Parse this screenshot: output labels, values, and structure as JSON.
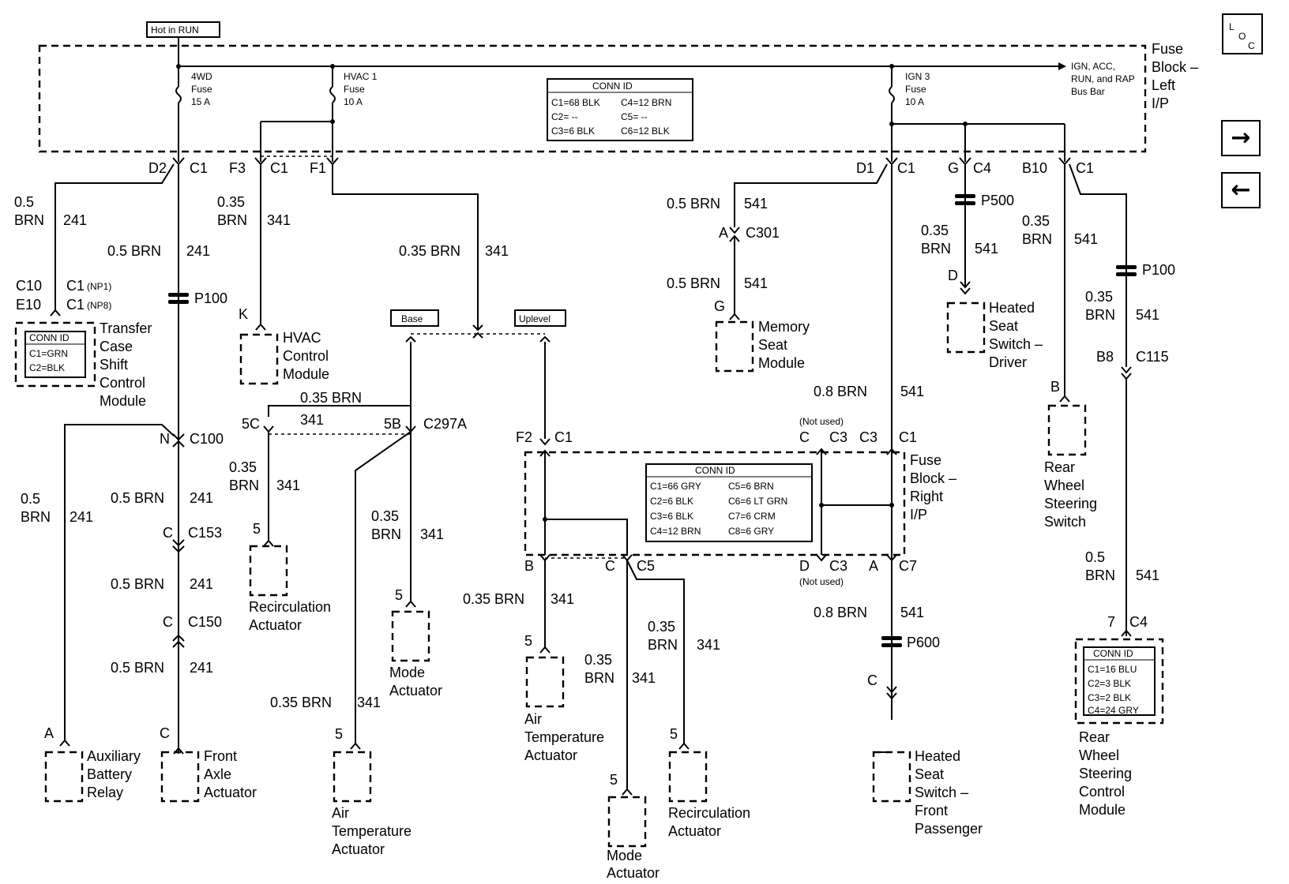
{
  "labels": {
    "hot_in_run": "Hot in RUN",
    "fuse_block_left": [
      "Fuse",
      "Block –",
      "Left",
      "I/P"
    ],
    "fuse_block_right": [
      "Fuse",
      "Block –",
      "Right",
      "I/P"
    ],
    "fuse_4wd": [
      "4WD",
      "Fuse",
      "15 A"
    ],
    "fuse_hvac": [
      "HVAC 1",
      "Fuse",
      "10 A"
    ],
    "fuse_ign3": [
      "IGN 3",
      "Fuse",
      "10 A"
    ],
    "bus_bar": [
      "IGN, ACC,",
      "RUN, and RAP",
      "Bus Bar"
    ],
    "base": "Base",
    "uplevel": "Uplevel",
    "not_used": "(Not used)"
  },
  "conn_id": {
    "title": "CONN ID",
    "left_ip": [
      "C1=68 BLK",
      "C4=12 BRN",
      "C2=   --",
      "C5=   --",
      "C3=6 BLK",
      "C6=12 BLK"
    ],
    "right_ip": [
      "C1=66 GRY",
      "C5=6 BRN",
      "C2=6 BLK",
      "C6=6 LT GRN",
      "C3=6 BLK",
      "C7=6 CRM",
      "C4=12 BRN",
      "C8=6 GRY"
    ],
    "transfer": [
      "C1=GRN",
      "C2=BLK"
    ],
    "rwsc": [
      "C1=16 BLU",
      "C2=3 BLK",
      "C3=2 BLK",
      "C4=24 GRY"
    ]
  },
  "components": {
    "transfer_case": [
      "Transfer",
      "Case",
      "Shift",
      "Control",
      "Module"
    ],
    "hvac_module": [
      "HVAC",
      "Control",
      "Module"
    ],
    "memory_seat": [
      "Memory",
      "Seat",
      "Module"
    ],
    "heated_seat_driver": [
      "Heated",
      "Seat",
      "Switch –",
      "Driver"
    ],
    "rear_wheel_switch": [
      "Rear",
      "Wheel",
      "Steering",
      "Switch"
    ],
    "rear_wheel_module": [
      "Rear",
      "Wheel",
      "Steering",
      "Control",
      "Module"
    ],
    "aux_battery": [
      "Auxiliary",
      "Battery",
      "Relay"
    ],
    "front_axle": [
      "Front",
      "Axle",
      "Actuator"
    ],
    "recirc_left": [
      "Recirculation",
      "Actuator"
    ],
    "mode_left": [
      "Mode",
      "Actuator"
    ],
    "air_temp_left": [
      "Air",
      "Temperature",
      "Actuator"
    ],
    "air_temp_mid": [
      "Air",
      "Temperature",
      "Actuator"
    ],
    "mode_mid": [
      "Mode",
      "Actuator"
    ],
    "recirc_right": [
      "Recirculation",
      "Actuator"
    ],
    "heated_seat_pass": [
      "Heated",
      "Seat",
      "Switch –",
      "Front",
      "Passenger"
    ]
  },
  "wires": {
    "w05": "0.5",
    "w035": "0.35",
    "w08": "0.8",
    "brn": "BRN",
    "b05": "0.5 BRN",
    "b035": "0.35 BRN",
    "b08": "0.8 BRN",
    "c241": "241",
    "c341": "341",
    "c541": "541"
  },
  "connectors": {
    "D2": "D2",
    "C1": "C1",
    "F3": "F3",
    "F1": "F1",
    "D1": "D1",
    "G": "G",
    "C4": "C4",
    "B10": "B10",
    "P100": "P100",
    "P500": "P500",
    "P600": "P600",
    "C10": "C10",
    "E10": "E10",
    "NP1": "(NP1)",
    "NP8": "(NP8)",
    "K": "K",
    "A": "A",
    "C301": "C301",
    "D": "D",
    "N": "N",
    "C100": "C100",
    "C": "C",
    "C153": "C153",
    "C150": "C150",
    "5C": "5C",
    "5B": "5B",
    "C297A": "C297A",
    "F2": "F2",
    "C3": "C3",
    "B": "B",
    "C5": "C5",
    "C7": "C7",
    "B8": "B8",
    "C115": "C115",
    "n7": "7",
    "n5": "5"
  },
  "nav": {
    "loc_icon": "LOC",
    "forward_icon": "→",
    "back_icon": "←"
  }
}
